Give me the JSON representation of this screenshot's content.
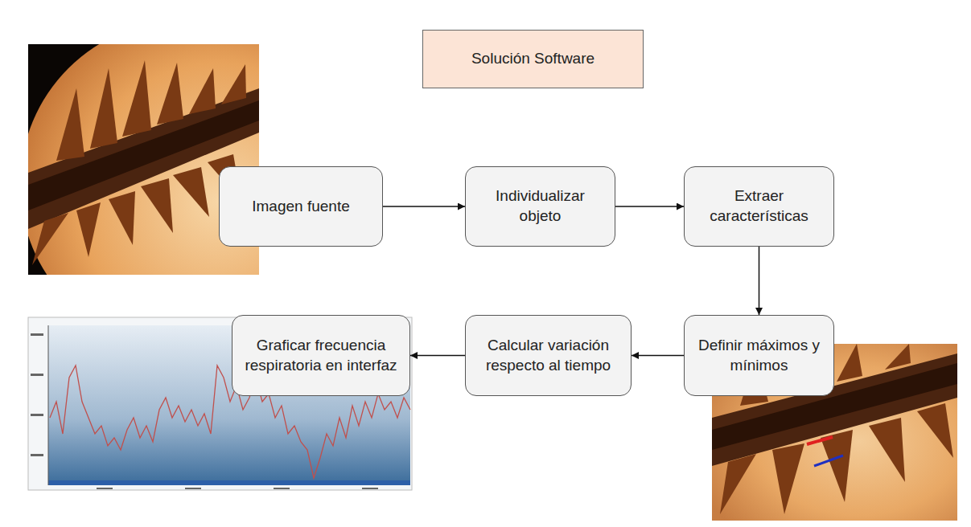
{
  "diagram": {
    "nodes": [
      {
        "text": [
          "Solución Software"
        ]
      },
      {
        "text": [
          "Imagen fuente"
        ]
      },
      {
        "text": [
          "Individualizar objeto"
        ]
      },
      {
        "text": [
          "Extraer características"
        ]
      },
      {
        "text": [
          "Graficar frecuencia respiratoria en interfaz"
        ]
      },
      {
        "text": [
          "Calcular variación respecto al tiempo"
        ]
      },
      {
        "text": [
          "Definir máximos y mínimos"
        ]
      }
    ],
    "edges": [
      {
        "from": 1,
        "to": 2,
        "arrow": "to"
      },
      {
        "from": 2,
        "to": 3,
        "arrow": "to"
      },
      {
        "from": 3,
        "to": 6,
        "arrow": "to"
      },
      {
        "from": 6,
        "to": 5,
        "arrow": "to"
      },
      {
        "from": 5,
        "to": 4,
        "arrow": "to"
      }
    ]
  }
}
